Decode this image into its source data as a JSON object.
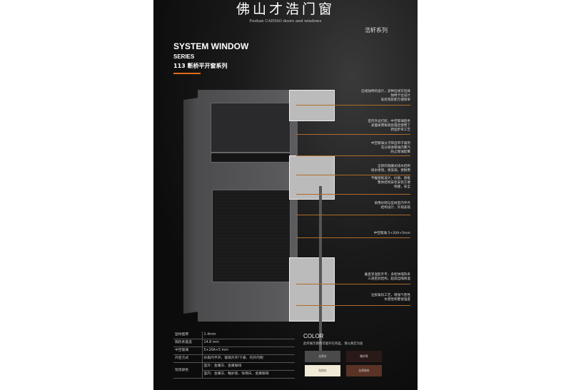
{
  "brand": {
    "name_cn": "佛山才浩门窗",
    "name_en": "Foshan CAIHAO doors and windows",
    "series_cn": "浩轩系列"
  },
  "title": {
    "line1": "SYSTEM WINDOW",
    "line2": "SERIES",
    "line3": "113 断桥平开窗系列"
  },
  "notes": [
    [
      "压线独特的设计，多种压线可选择",
      "独特卡位设计",
      "安装或拆卸方便简单"
    ],
    [
      "室内外竞打胶，中空玻璃铝条",
      "表面采用氧硫处理且使用了",
      "新型折弯工艺"
    ],
    [
      "中空玻璃分子筛自带干燥剂",
      "充分吸收玻璃内雾汽",
      "防止玻璃起雾"
    ],
    [
      "全新的隐藏式排水结构",
      "排水更快，更美观，更耐用"
    ],
    [
      "平推窗框设计，纱扇、窗框",
      "整体结构安装安装方便",
      "快捷，安全"
    ],
    [
      "采用纱网与型材室内平齐",
      "结构设计，外观美观"
    ],
    [
      "中空玻璃 5+20A+5mm"
    ],
    [
      "垂直等温腔齐平，多腔体隔热条",
      "三道密封结构，超高自隔保温"
    ],
    [
      "注胶角码工艺，增强气密性",
      "水密性和整窗强度"
    ]
  ],
  "specs": [
    {
      "k": "型材壁厚",
      "v": "1.4mm"
    },
    {
      "k": "隔热条宽度",
      "v": "14.8 mm"
    },
    {
      "k": "中空玻璃",
      "v": "5+20A+5 mm"
    },
    {
      "k": "开启方式",
      "v": "纱扇内平开、玻扇外开/下悬、内开内倒"
    },
    {
      "k": "现货颜色",
      "v": "室外：金属灰、金属咖啡",
      "v2": "室内：金属灰、釉驴黑、珐琅白、金属咖啡"
    }
  ],
  "color": {
    "title": "COLOR",
    "note": "此所展示颜色可能存在色差，请以真实为准",
    "swatches": [
      {
        "name": "金属灰",
        "hex": "#4a4a4a"
      },
      {
        "name": "釉驴黑",
        "hex": "#2a1a17"
      },
      {
        "name": "珐琅白",
        "hex": "#f0ead6"
      },
      {
        "name": "金属咖啡",
        "hex": "#5a3326"
      }
    ]
  },
  "accent": "#e06a1a"
}
